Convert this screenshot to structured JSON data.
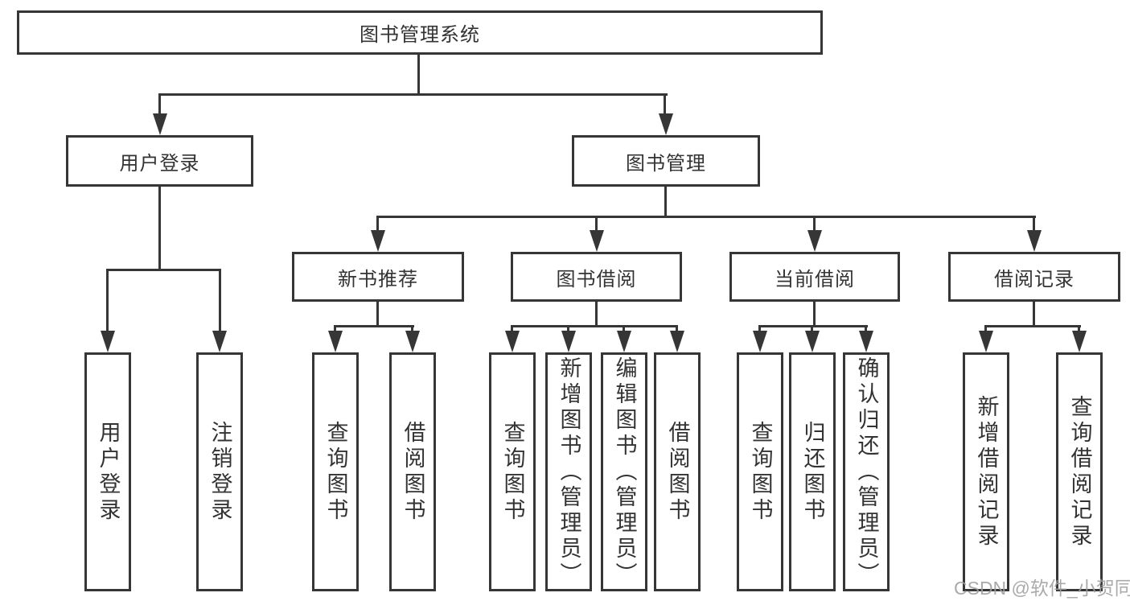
{
  "colors": {
    "background": "#ffffff",
    "line": "#363636",
    "box_border": "#363636",
    "box_fill": "#ffffff",
    "text": "#333333",
    "watermark": "#9e9e9e"
  },
  "tree": {
    "root": {
      "label": "图书管理系统"
    },
    "level2": [
      {
        "label": "用户登录"
      },
      {
        "label": "图书管理"
      }
    ],
    "level3": [
      {
        "label": "新书推荐"
      },
      {
        "label": "图书借阅"
      },
      {
        "label": "当前借阅"
      },
      {
        "label": "借阅记录"
      }
    ],
    "level4": {
      "user_login": [
        {
          "label": "用户登录"
        },
        {
          "label": "注销登录"
        }
      ],
      "new_books": [
        {
          "label": "查询图书"
        },
        {
          "label": "借阅图书"
        }
      ],
      "book_borrow": [
        {
          "label": "查询图书"
        },
        {
          "label": "新增图书（管理员）"
        },
        {
          "label": "编辑图书（管理员）"
        },
        {
          "label": "借阅图书"
        }
      ],
      "current_borrow": [
        {
          "label": "查询图书"
        },
        {
          "label": "归还图书"
        },
        {
          "label": "确认归还（管理员）"
        }
      ],
      "borrow_records": [
        {
          "label": "新增借阅记录"
        },
        {
          "label": "查询借阅记录"
        }
      ]
    }
  },
  "watermark": {
    "text": "CSDN @软件_小贺同学"
  }
}
